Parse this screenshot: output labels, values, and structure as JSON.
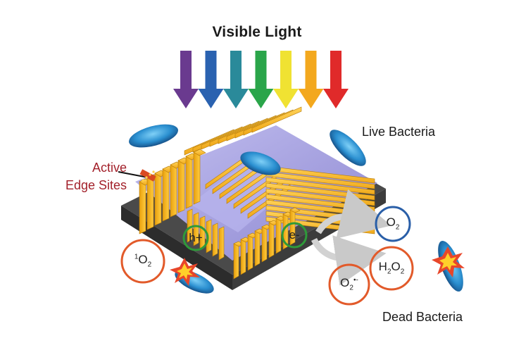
{
  "title": "Visible Light",
  "labels": {
    "live_bacteria": "Live Bacteria",
    "dead_bacteria": "Dead Bacteria",
    "active_edge_sites_line1": "Active",
    "active_edge_sites_line2": "Edge Sites"
  },
  "species": {
    "hole": "h+",
    "electron": "e-",
    "oxygen": {
      "base": "O",
      "sub": "2"
    },
    "hydrogen_peroxide": {
      "a": "H",
      "a_sub": "2",
      "b": "O",
      "b_sub": "2"
    },
    "singlet_oxygen": {
      "sup": "1",
      "base": "O",
      "sub": "2"
    },
    "superoxide": {
      "base": "O",
      "sub": "2",
      "sup": "•-"
    }
  },
  "colors": {
    "light_arrows": [
      "#6a3a8f",
      "#2a62b0",
      "#2a8a9a",
      "#2aa54a",
      "#f0e232",
      "#f3a81e",
      "#e02a2a"
    ],
    "flake_gold": "#f4b21b",
    "flake_purple": "#a9a4e0",
    "substrate": "#3a3a3a",
    "oxidant_circle": "#e25a2a",
    "oxygen_circle": "#2a5fa8",
    "charge_circle": "#2e9a3a",
    "bacteria": "#2a8fd0",
    "active_label": "#a3212b"
  }
}
